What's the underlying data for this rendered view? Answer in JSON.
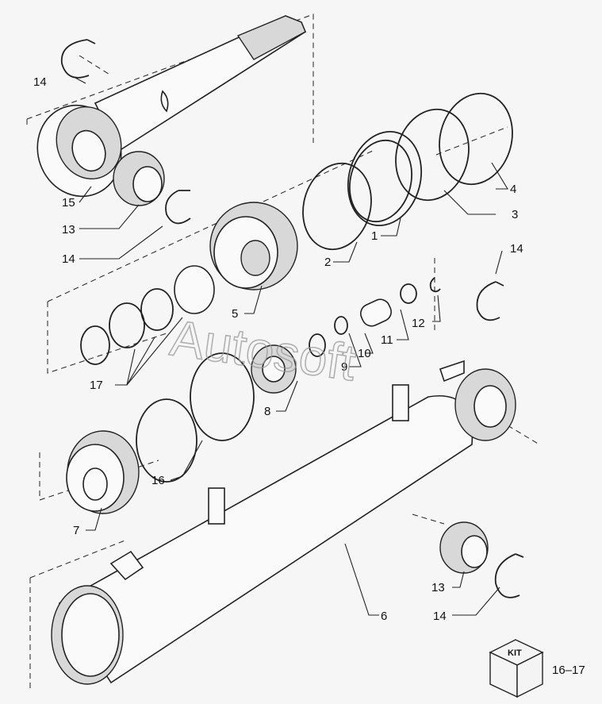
{
  "watermark": "Autosoft",
  "kit": {
    "label": "KIT",
    "reference": "16–17"
  },
  "callouts": {
    "c1": "1",
    "c2": "2",
    "c3": "3",
    "c4": "4",
    "c5": "5",
    "c6": "6",
    "c7": "7",
    "c8": "8",
    "c9": "9",
    "c10": "10",
    "c11": "11",
    "c12": "12",
    "c13a": "13",
    "c13b": "13",
    "c14a": "14",
    "c14b": "14",
    "c14c": "14",
    "c14d": "14",
    "c15": "15",
    "c16": "16",
    "c17": "17"
  }
}
